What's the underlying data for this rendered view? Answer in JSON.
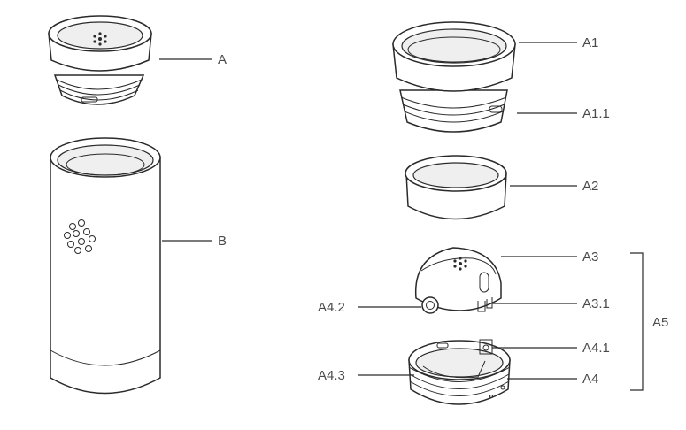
{
  "labels": {
    "A": "A",
    "B": "B",
    "A1": "A1",
    "A1_1": "A1.1",
    "A2": "A2",
    "A3": "A3",
    "A3_1": "A3.1",
    "A4_2": "A4.2",
    "A4_1": "A4.1",
    "A4_3": "A4.3",
    "A4": "A4",
    "A5": "A5"
  },
  "colors": {
    "line": "#2a2a2a",
    "text": "#4a4a4a",
    "fill": "#ffffff",
    "shade": "#efefef"
  }
}
